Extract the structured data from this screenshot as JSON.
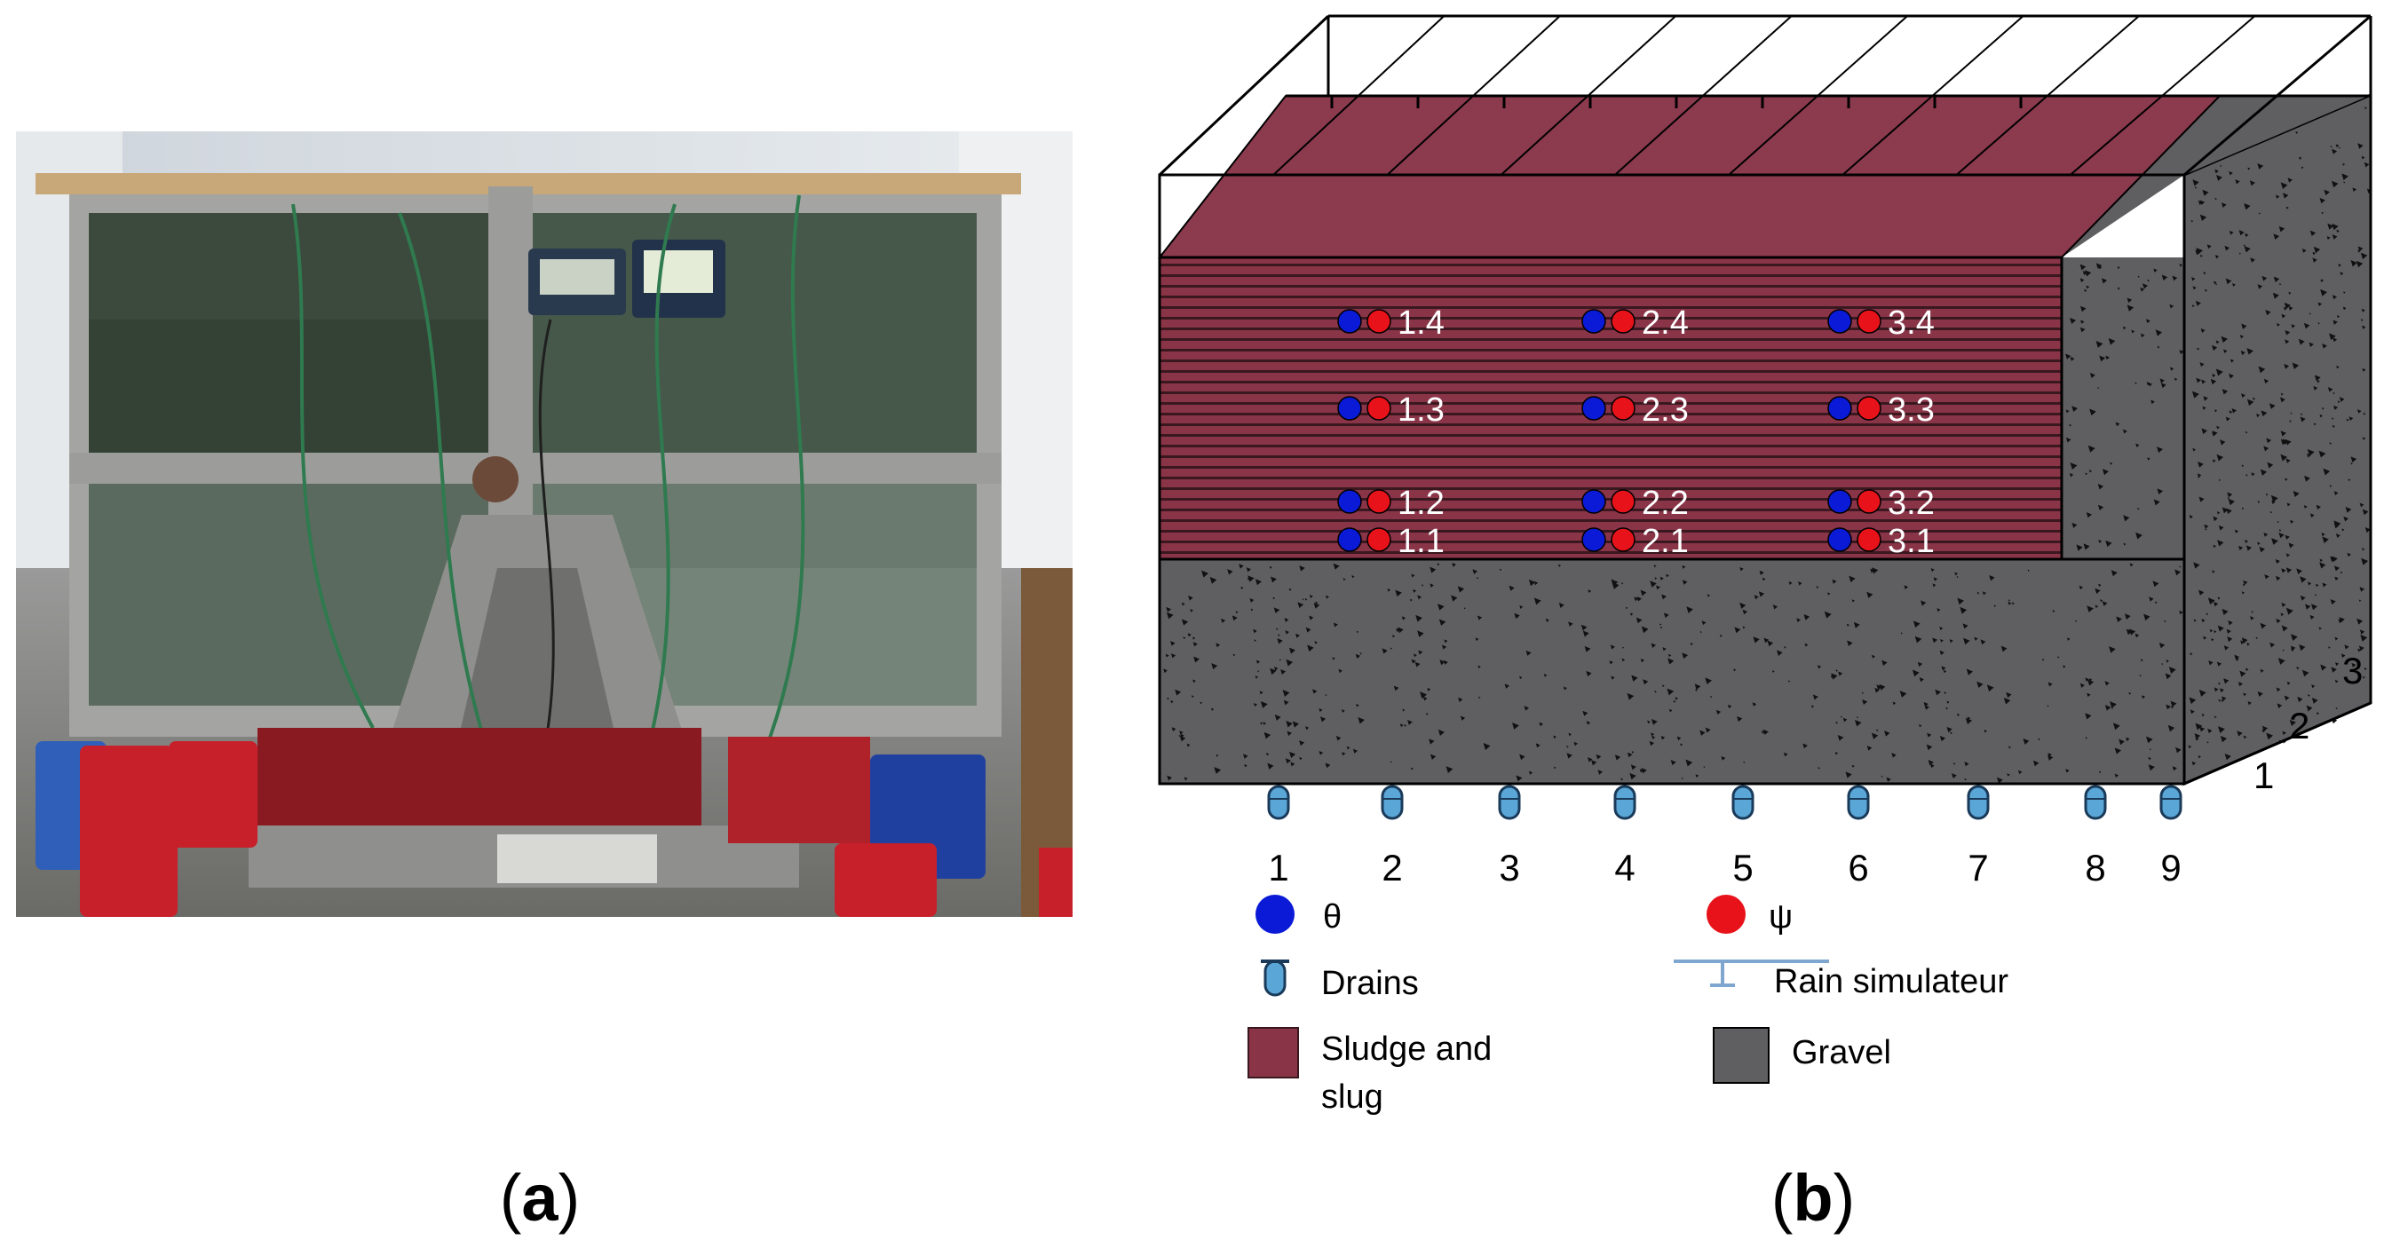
{
  "panels": [
    {
      "id": "a",
      "label_open": "(",
      "label_letter": "a",
      "label_close": ")"
    },
    {
      "id": "b",
      "label_open": "(",
      "label_letter": "b",
      "label_close": ")"
    }
  ],
  "diagram": {
    "sensor_columns": [
      {
        "labels": [
          "1.4",
          "1.3",
          "1.2",
          "1.1"
        ]
      },
      {
        "labels": [
          "2.4",
          "2.3",
          "2.2",
          "2.1"
        ]
      },
      {
        "labels": [
          "3.4",
          "3.3",
          "3.2",
          "3.1"
        ]
      }
    ],
    "drain_numbers": [
      "1",
      "2",
      "3",
      "4",
      "5",
      "6",
      "7",
      "8",
      "9"
    ],
    "depth_numbers": [
      "1",
      "2",
      "3"
    ],
    "legend": {
      "theta": "θ",
      "psi": "ψ",
      "drains": "Drains",
      "rain": "Rain simulateur",
      "sludge_line1": "Sludge and",
      "sludge_line2": "slug",
      "gravel": "Gravel"
    },
    "colors": {
      "sludge": "#8a3448",
      "sludge_top": "#8c3a4e",
      "gravel": "#5f5f62",
      "theta": "#0a1ad6",
      "psi": "#e8121a",
      "drain": "#5aa6d6",
      "rain": "#7fa6cf"
    }
  }
}
